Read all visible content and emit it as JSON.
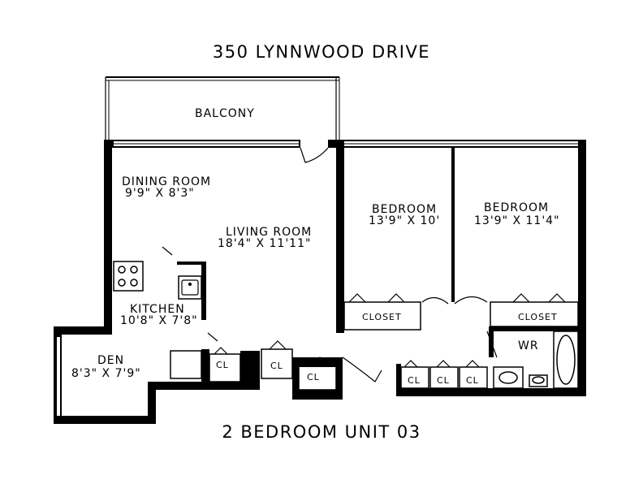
{
  "header": {
    "title": "350 LYNNWOOD DRIVE"
  },
  "footer": {
    "title": "2 BEDROOM UNIT 03"
  },
  "rooms": {
    "balcony": {
      "name": "BALCONY"
    },
    "dining": {
      "name": "DINING ROOM",
      "size": "9'9\" X 8'3\""
    },
    "living": {
      "name": "LIVING ROOM",
      "size": "18'4\" X 11'11\""
    },
    "kitchen": {
      "name": "KITCHEN",
      "size": "10'8\" X 7'8\""
    },
    "den": {
      "name": "DEN",
      "size": "8'3\" X 7'9\""
    },
    "bedroom1": {
      "name": "BEDROOM",
      "size": "13'9\" X 10'"
    },
    "bedroom2": {
      "name": "BEDROOM",
      "size": "13'9\" X 11'4\""
    },
    "closet1": {
      "name": "CLOSET"
    },
    "closet2": {
      "name": "CLOSET"
    },
    "washroom": {
      "name": "WR"
    },
    "cl": "CL"
  }
}
